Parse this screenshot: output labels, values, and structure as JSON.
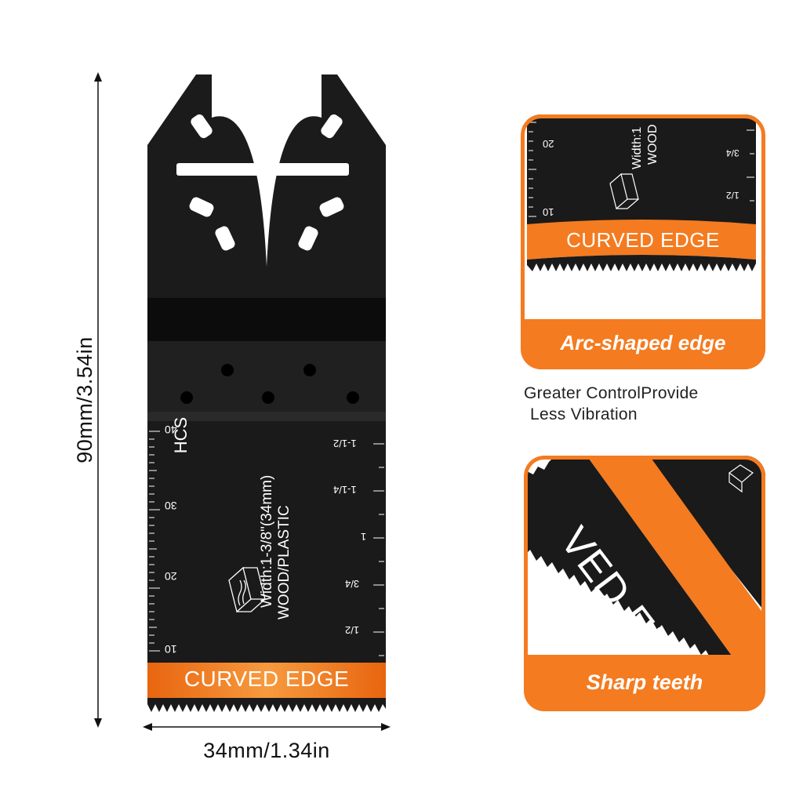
{
  "dimensions": {
    "height_label": "90mm/3.54in",
    "width_label": "34mm/1.34in"
  },
  "blade": {
    "material": "HCS",
    "width_text": "Width:1-3/8\"(34mm)",
    "use_text": "WOOD/PLASTIC",
    "band_label": "CURVED EDGE",
    "metric_scale": [
      "40",
      "30",
      "20",
      "10"
    ],
    "inch_scale": [
      "1-1/2",
      "1-1/4",
      "1",
      "3/4",
      "1/2"
    ]
  },
  "card_arc": {
    "band_label": "CURVED EDGE",
    "caption": "Arc-shaped edge",
    "metric_scale": [
      "20",
      "10"
    ],
    "inch_scale": [
      "3/4",
      "1/2"
    ],
    "width_text": "Width:1",
    "use_text": "WOOD",
    "description_line1": "Greater ControlProvide",
    "description_line2": "Less Vibration"
  },
  "card_teeth": {
    "band_label": "VED EDGE",
    "caption": "Sharp teeth"
  },
  "colors": {
    "accent": "#f47b20",
    "blade": "#1a1a1a",
    "text": "#111111"
  }
}
